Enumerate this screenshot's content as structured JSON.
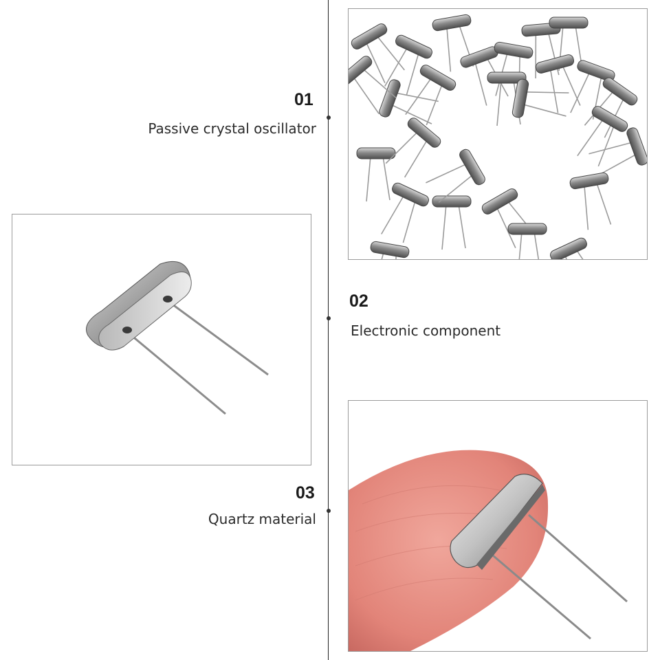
{
  "features": [
    {
      "number": "01",
      "caption": "Passive crystal oscillator"
    },
    {
      "number": "02",
      "caption": "Electronic component"
    },
    {
      "number": "03",
      "caption": "Quartz material"
    }
  ],
  "images": [
    {
      "subject": "pile-of-crystal-oscillators"
    },
    {
      "subject": "single-crystal-oscillator"
    },
    {
      "subject": "crystal-oscillator-on-fingertip"
    }
  ],
  "colors": {
    "line": "#222222",
    "text": "#1a1a1a",
    "frame": "#9a9a9a",
    "metal": "#9b9b9b",
    "skin": "#e48a80"
  }
}
